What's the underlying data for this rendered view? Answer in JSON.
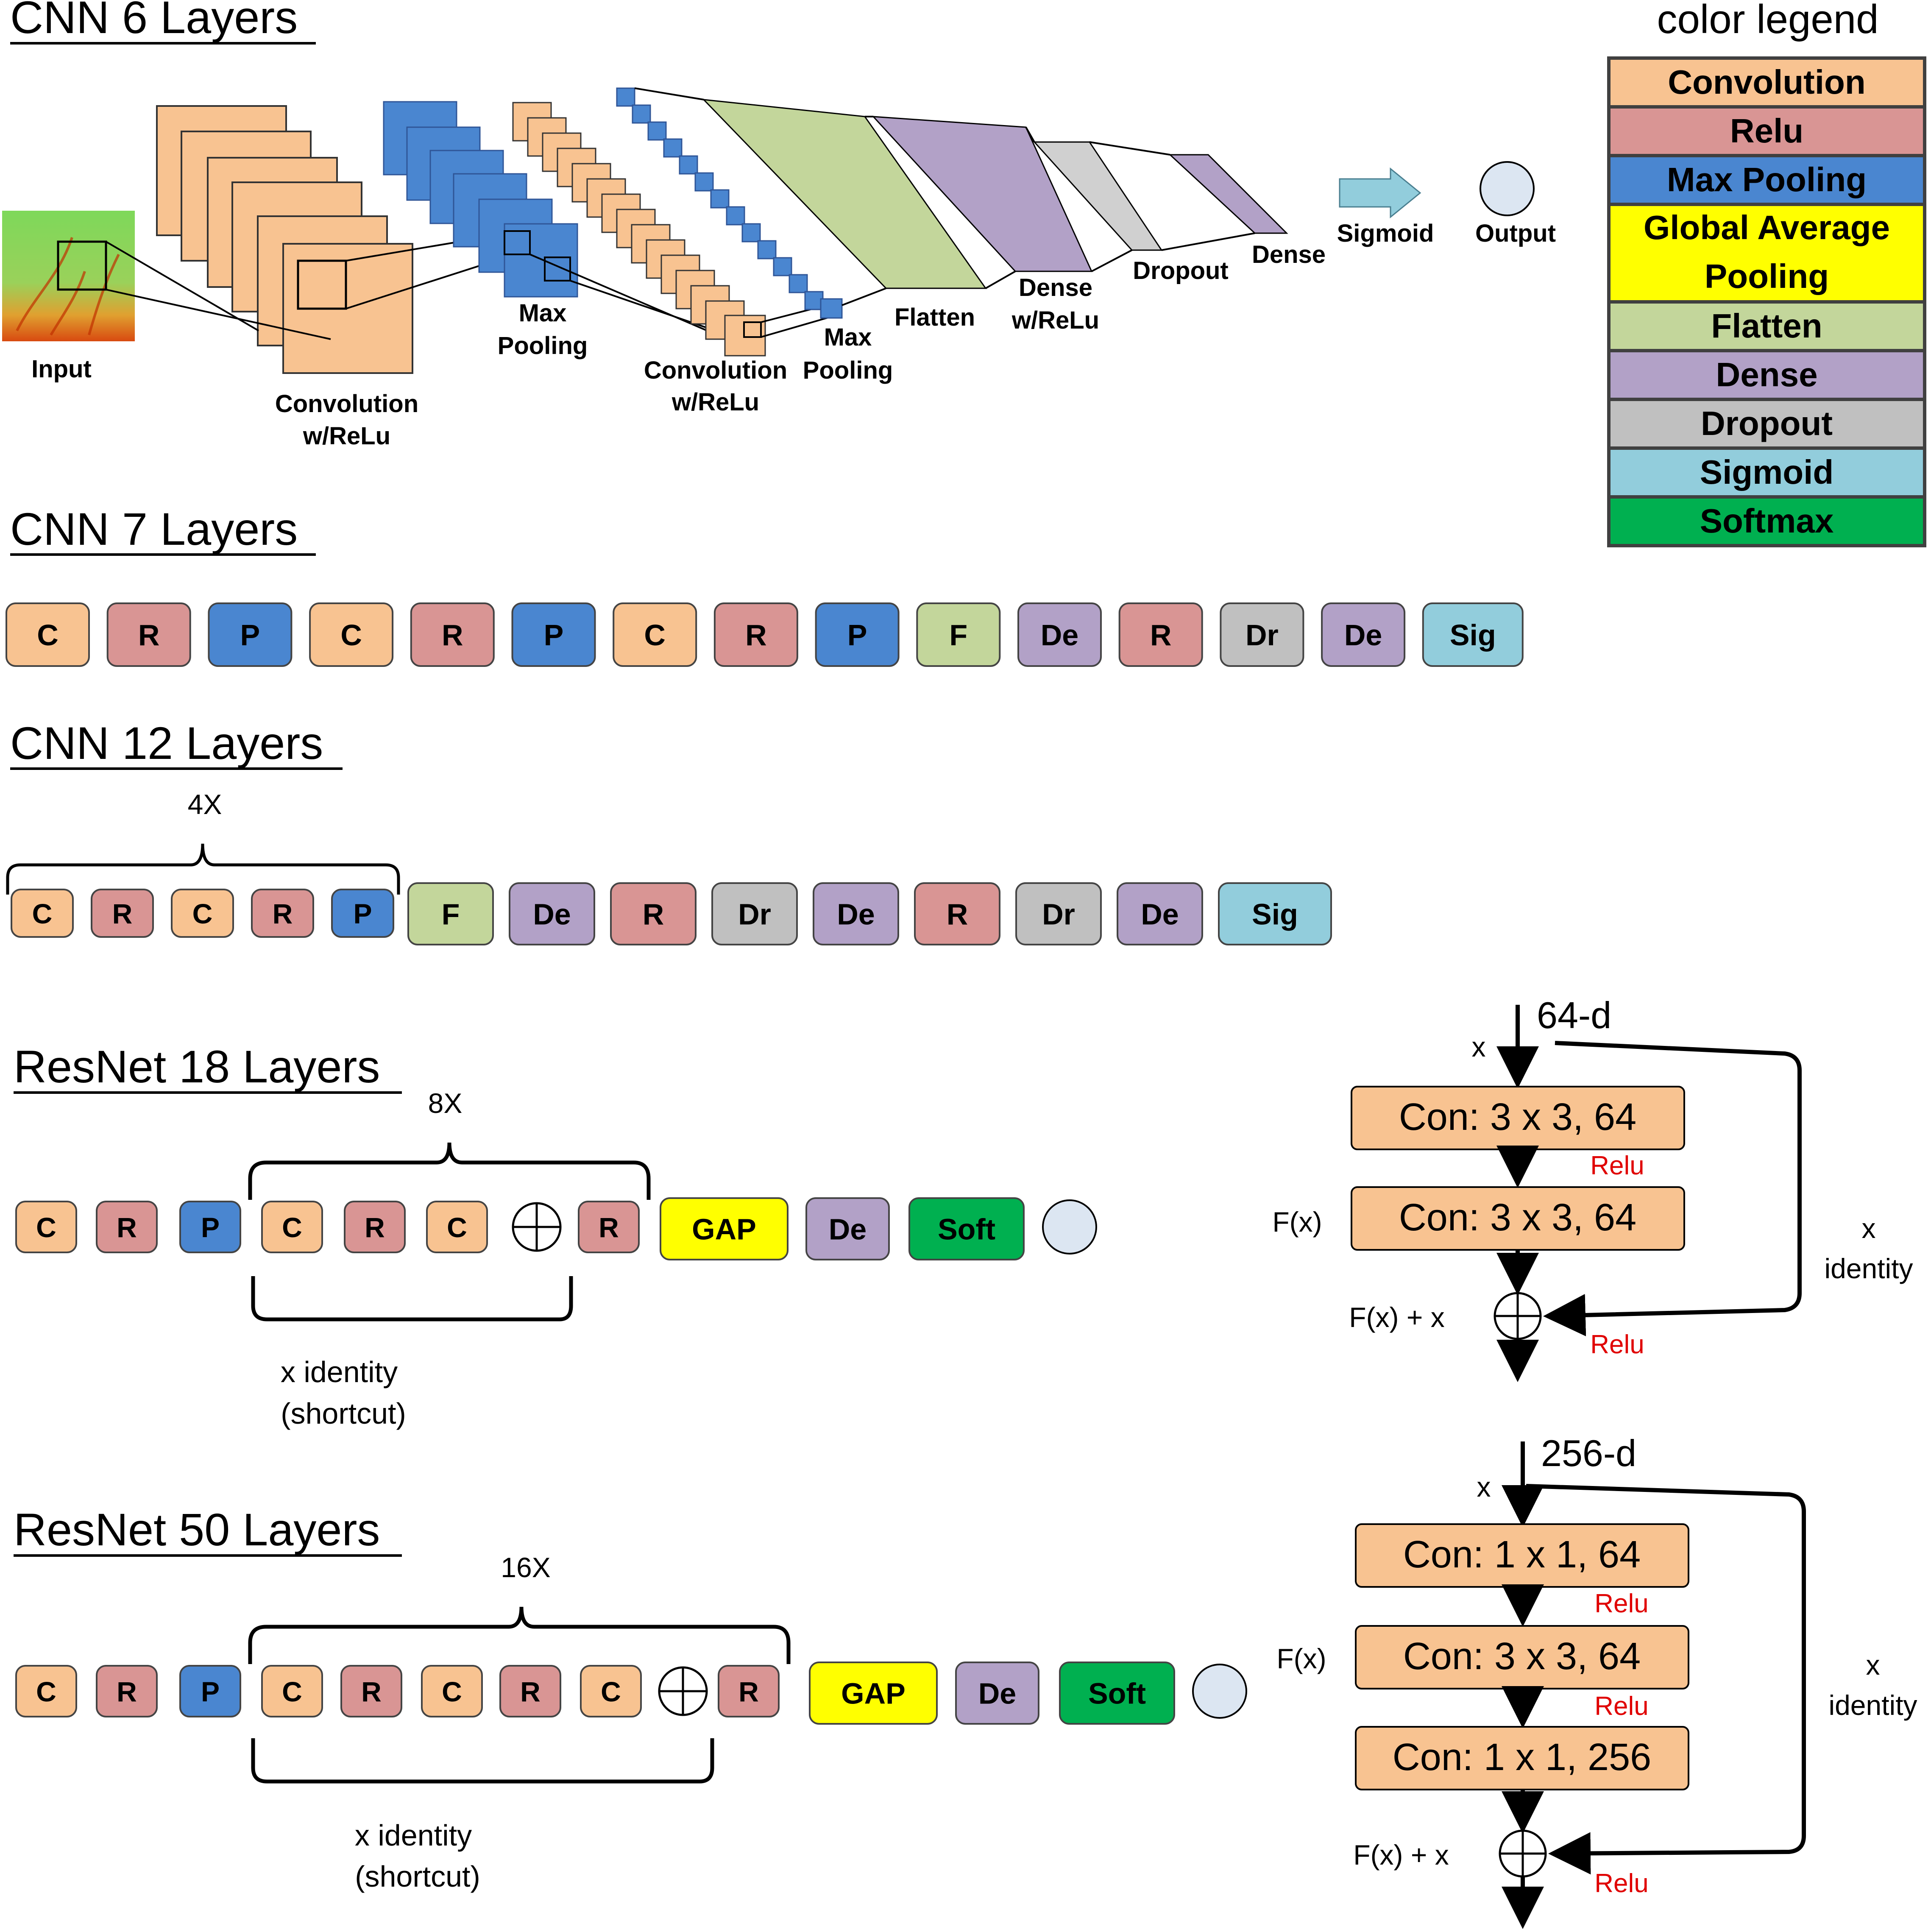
{
  "sections": {
    "cnn6": {
      "title": "CNN 6 Layers",
      "labels": {
        "input": "Input",
        "conv1_a": "Convolution",
        "conv1_b": "w/ReLu",
        "pool1_a": "Max",
        "pool1_b": "Pooling",
        "conv2_a": "Convolution",
        "conv2_b": "w/ReLu",
        "pool2_a": "Max",
        "pool2_b": "Pooling",
        "flatten": "Flatten",
        "dense1_a": "Dense",
        "dense1_b": "w/ReLu",
        "dropout": "Dropout",
        "dense2": "Dense",
        "sigmoid": "Sigmoid",
        "output": "Output"
      }
    },
    "cnn7": {
      "title": "CNN 7 Layers",
      "blocks": [
        "C",
        "R",
        "P",
        "C",
        "R",
        "P",
        "C",
        "R",
        "P",
        "F",
        "De",
        "R",
        "Dr",
        "De",
        "Sig"
      ]
    },
    "cnn12": {
      "title": "CNN 12 Layers",
      "repeat": "4X",
      "repeat_blocks": [
        "C",
        "R",
        "C",
        "R",
        "P"
      ],
      "blocks": [
        "F",
        "De",
        "R",
        "Dr",
        "De",
        "R",
        "Dr",
        "De",
        "Sig"
      ]
    },
    "resnet18": {
      "title": "ResNet 18 Layers",
      "repeat": "8X",
      "pre_blocks": [
        "C",
        "R",
        "P"
      ],
      "repeat_blocks": [
        "C",
        "R",
        "C",
        "+",
        "R"
      ],
      "post_blocks": [
        "GAP",
        "De",
        "Soft"
      ],
      "shortcut_a": "x identity",
      "shortcut_b": "(shortcut)",
      "block": {
        "dim": "64-d",
        "x": "x",
        "convs": [
          "Con: 3 x 3, 64",
          "Con: 3 x 3, 64"
        ],
        "relu": "Relu",
        "fx": "F(x)",
        "fx_plus_x": "F(x) + x",
        "identity_a": "x",
        "identity_b": "identity"
      }
    },
    "resnet50": {
      "title": "ResNet 50 Layers",
      "repeat": "16X",
      "pre_blocks": [
        "C",
        "R",
        "P"
      ],
      "repeat_blocks": [
        "C",
        "R",
        "C",
        "R",
        "C",
        "+",
        "R"
      ],
      "post_blocks": [
        "GAP",
        "De",
        "Soft"
      ],
      "shortcut_a": "x identity",
      "shortcut_b": "(shortcut)",
      "block": {
        "dim": "256-d",
        "x": "x",
        "convs": [
          "Con: 1 x 1, 64",
          "Con: 3 x 3, 64",
          "Con: 1 x 1, 256"
        ],
        "relu": "Relu",
        "fx": "F(x)",
        "fx_plus_x": "F(x) + x",
        "identity_a": "x",
        "identity_b": "identity"
      }
    }
  },
  "legend": {
    "title": "color legend",
    "items": [
      {
        "label": "Convolution",
        "color": "#F8C391"
      },
      {
        "label": "Relu",
        "color": "#D99594"
      },
      {
        "label": "Max Pooling",
        "color": "#4A86D0"
      },
      {
        "label": "Global Average Pooling",
        "color": "#FFFF00"
      },
      {
        "label": "Flatten",
        "color": "#C3D69B"
      },
      {
        "label": "Dense",
        "color": "#B2A1C7"
      },
      {
        "label": "Dropout",
        "color": "#C0C0C0"
      },
      {
        "label": "Sigmoid",
        "color": "#92CDDC"
      },
      {
        "label": "Softmax",
        "color": "#00B050"
      }
    ]
  },
  "block_colors": {
    "C": "#F8C391",
    "R": "#D99594",
    "P": "#4A86D0",
    "F": "#C3D69B",
    "De": "#B2A1C7",
    "Dr": "#C0C0C0",
    "Sig": "#92CDDC",
    "GAP": "#FFFF00",
    "Soft": "#00B050",
    "circle": "#DCE6F2"
  }
}
